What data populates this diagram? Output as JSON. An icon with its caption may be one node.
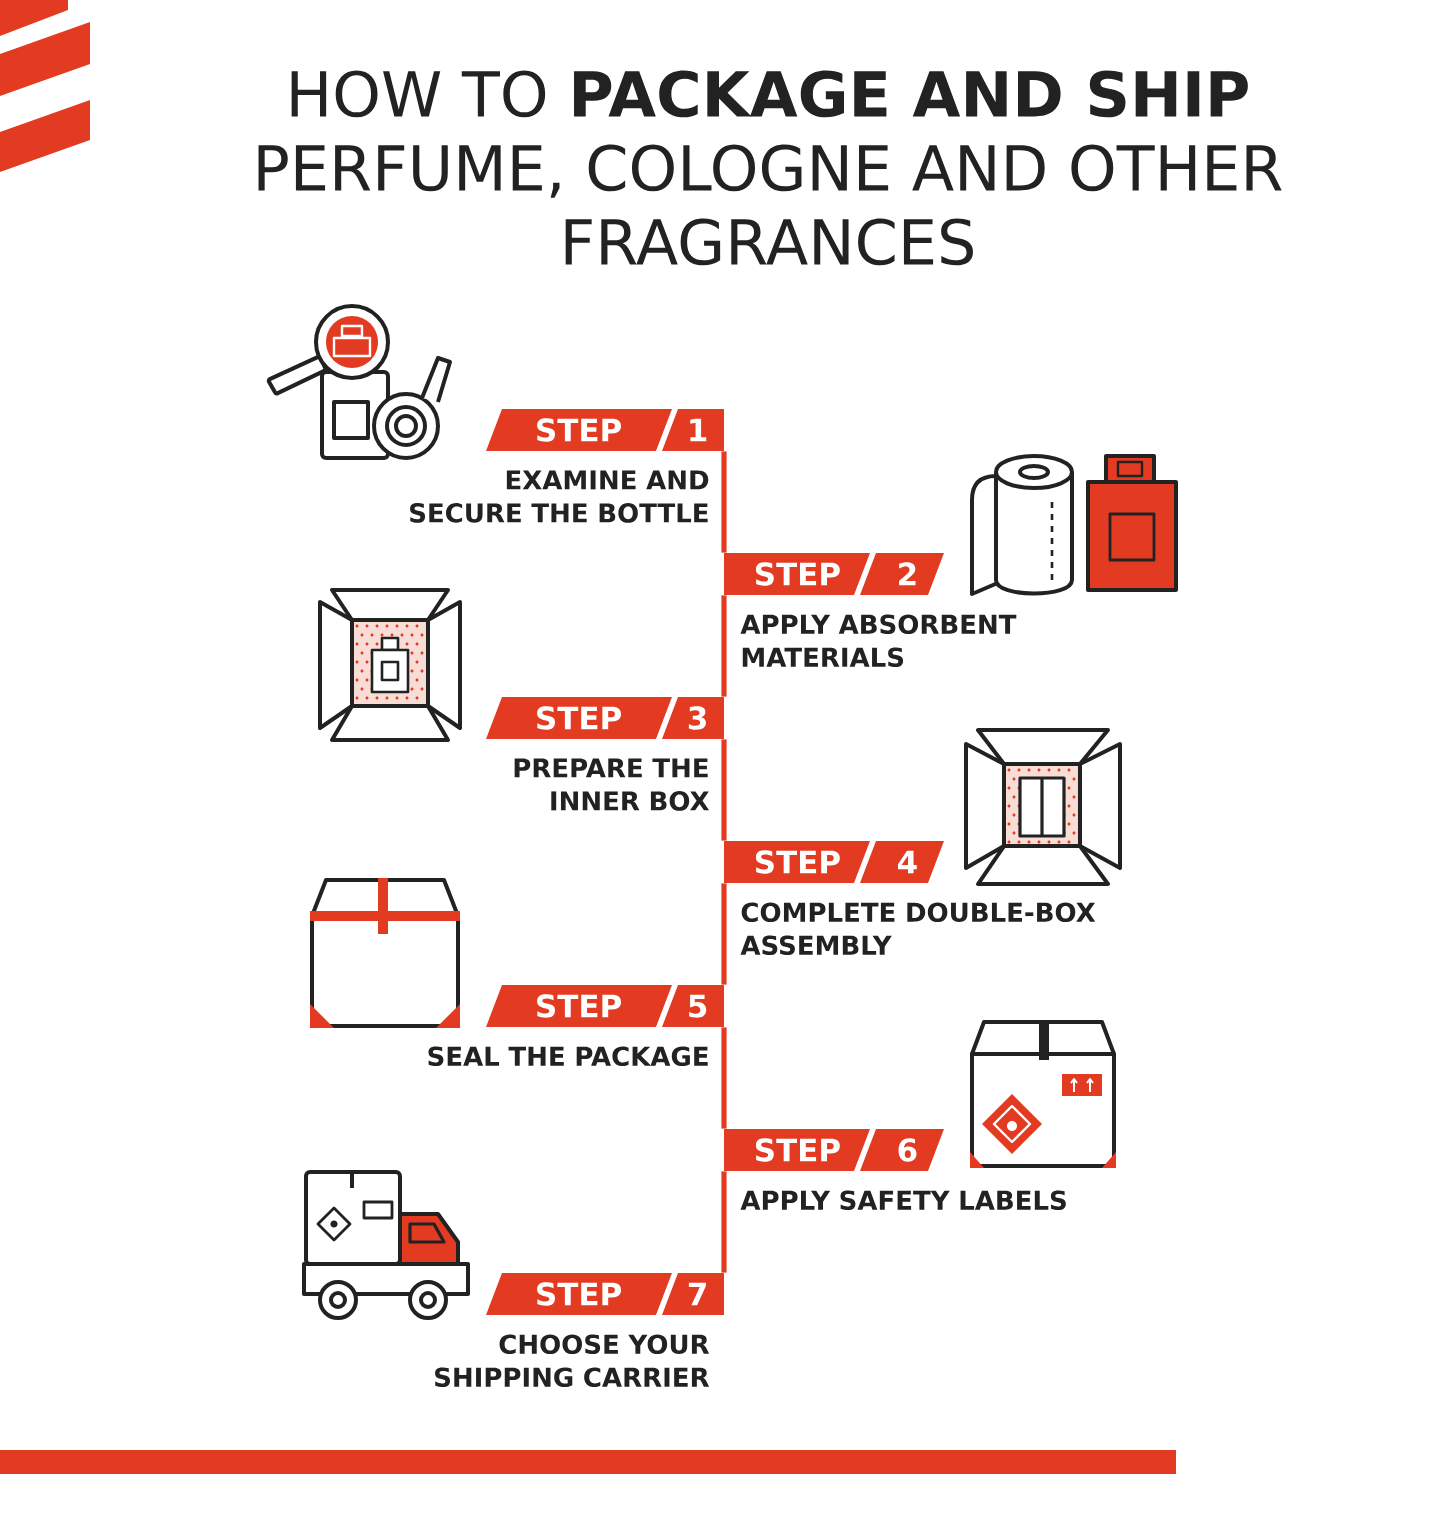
{
  "diagram": {
    "title": "HOW TO **PACKAGE AND SHIP** PERFUME, COLOGNE AND OTHER FRAGRANCES",
    "nodes": [
      {
        "text": [
          "STEP",
          "1"
        ],
        "beside": [
          "EXAMINE AND SECURE THE BOTTLE"
        ]
      },
      {
        "text": [
          "STEP",
          "2"
        ],
        "beside": [
          "APPLY ABSORBENT MATERIALS"
        ]
      },
      {
        "text": [
          "STEP",
          "3"
        ],
        "beside": [
          "PREPARE THE INNER BOX"
        ]
      },
      {
        "text": [
          "STEP",
          "4"
        ],
        "beside": [
          "COMPLETE DOUBLE-BOX ASSEMBLY"
        ]
      },
      {
        "text": [
          "STEP",
          "5"
        ],
        "beside": [
          "SEAL THE PACKAGE"
        ]
      },
      {
        "text": [
          "STEP",
          "6"
        ],
        "beside": [
          "APPLY SAFETY LABELS"
        ]
      },
      {
        "text": [
          "STEP",
          "7"
        ],
        "beside": [
          "CHOOSE YOUR SHIPPING CARRIER"
        ]
      }
    ],
    "edges": [
      {
        "from": 0,
        "to": 1,
        "arrow": "none"
      },
      {
        "from": 1,
        "to": 2,
        "arrow": "none"
      },
      {
        "from": 2,
        "to": 3,
        "arrow": "none"
      },
      {
        "from": 3,
        "to": 4,
        "arrow": "none"
      },
      {
        "from": 4,
        "to": 5,
        "arrow": "none"
      },
      {
        "from": 5,
        "to": 6,
        "arrow": "none"
      }
    ]
  }
}
